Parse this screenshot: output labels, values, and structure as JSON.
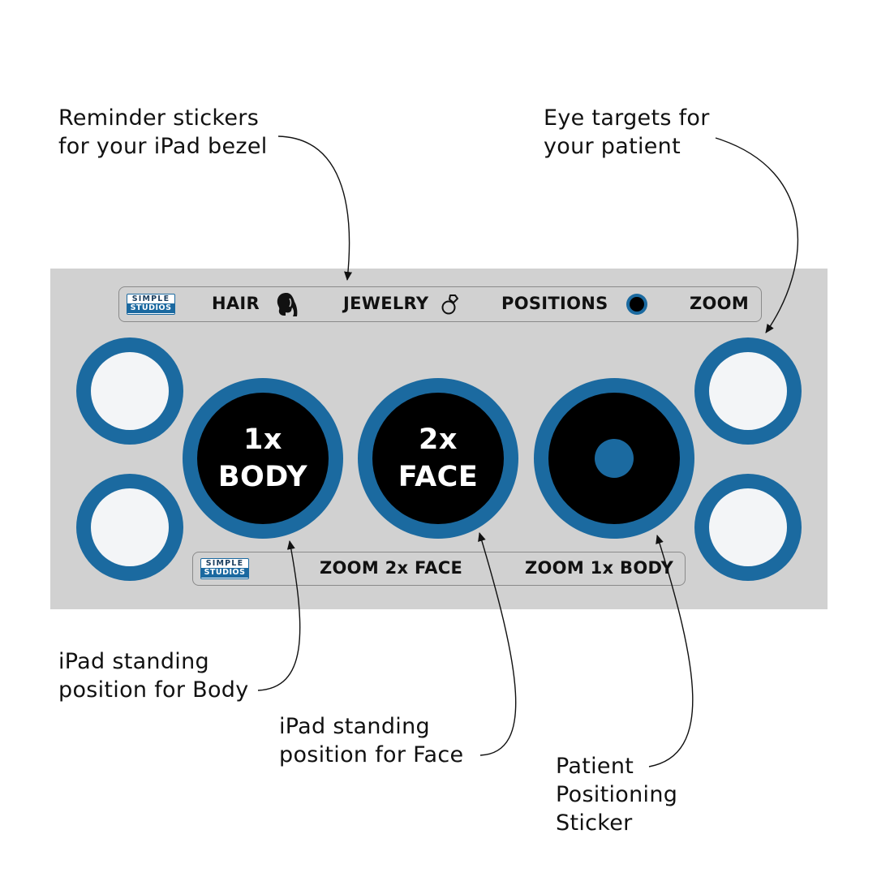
{
  "callouts": {
    "reminder": [
      "Reminder stickers",
      "for your iPad bezel"
    ],
    "eye_targets": [
      "Eye targets for",
      "your patient"
    ],
    "body_position": [
      "iPad standing",
      "position for Body"
    ],
    "face_position": [
      "iPad standing",
      "position for Face"
    ],
    "patient_sticker": [
      "Patient",
      "Positioning",
      "Sticker"
    ]
  },
  "logo": {
    "line1": "SIMPLE",
    "line2": "STUDIOS"
  },
  "top_strip": {
    "labels": [
      "HAIR",
      "JEWELRY",
      "POSITIONS",
      "ZOOM"
    ],
    "icons": [
      "hair-silhouette-icon",
      "ring-icon",
      "target-dot-icon"
    ]
  },
  "bottom_strip": {
    "labels": [
      "ZOOM 2x FACE",
      "ZOOM 1x BODY"
    ]
  },
  "targets": {
    "body": [
      "1x",
      "BODY"
    ],
    "face": [
      "2x",
      "FACE"
    ]
  },
  "colors": {
    "accent_blue": "#1b6aa0",
    "panel_gray": "#d1d1d1",
    "target_fill": "#000000",
    "eye_target_fill": "#f3f5f7"
  }
}
